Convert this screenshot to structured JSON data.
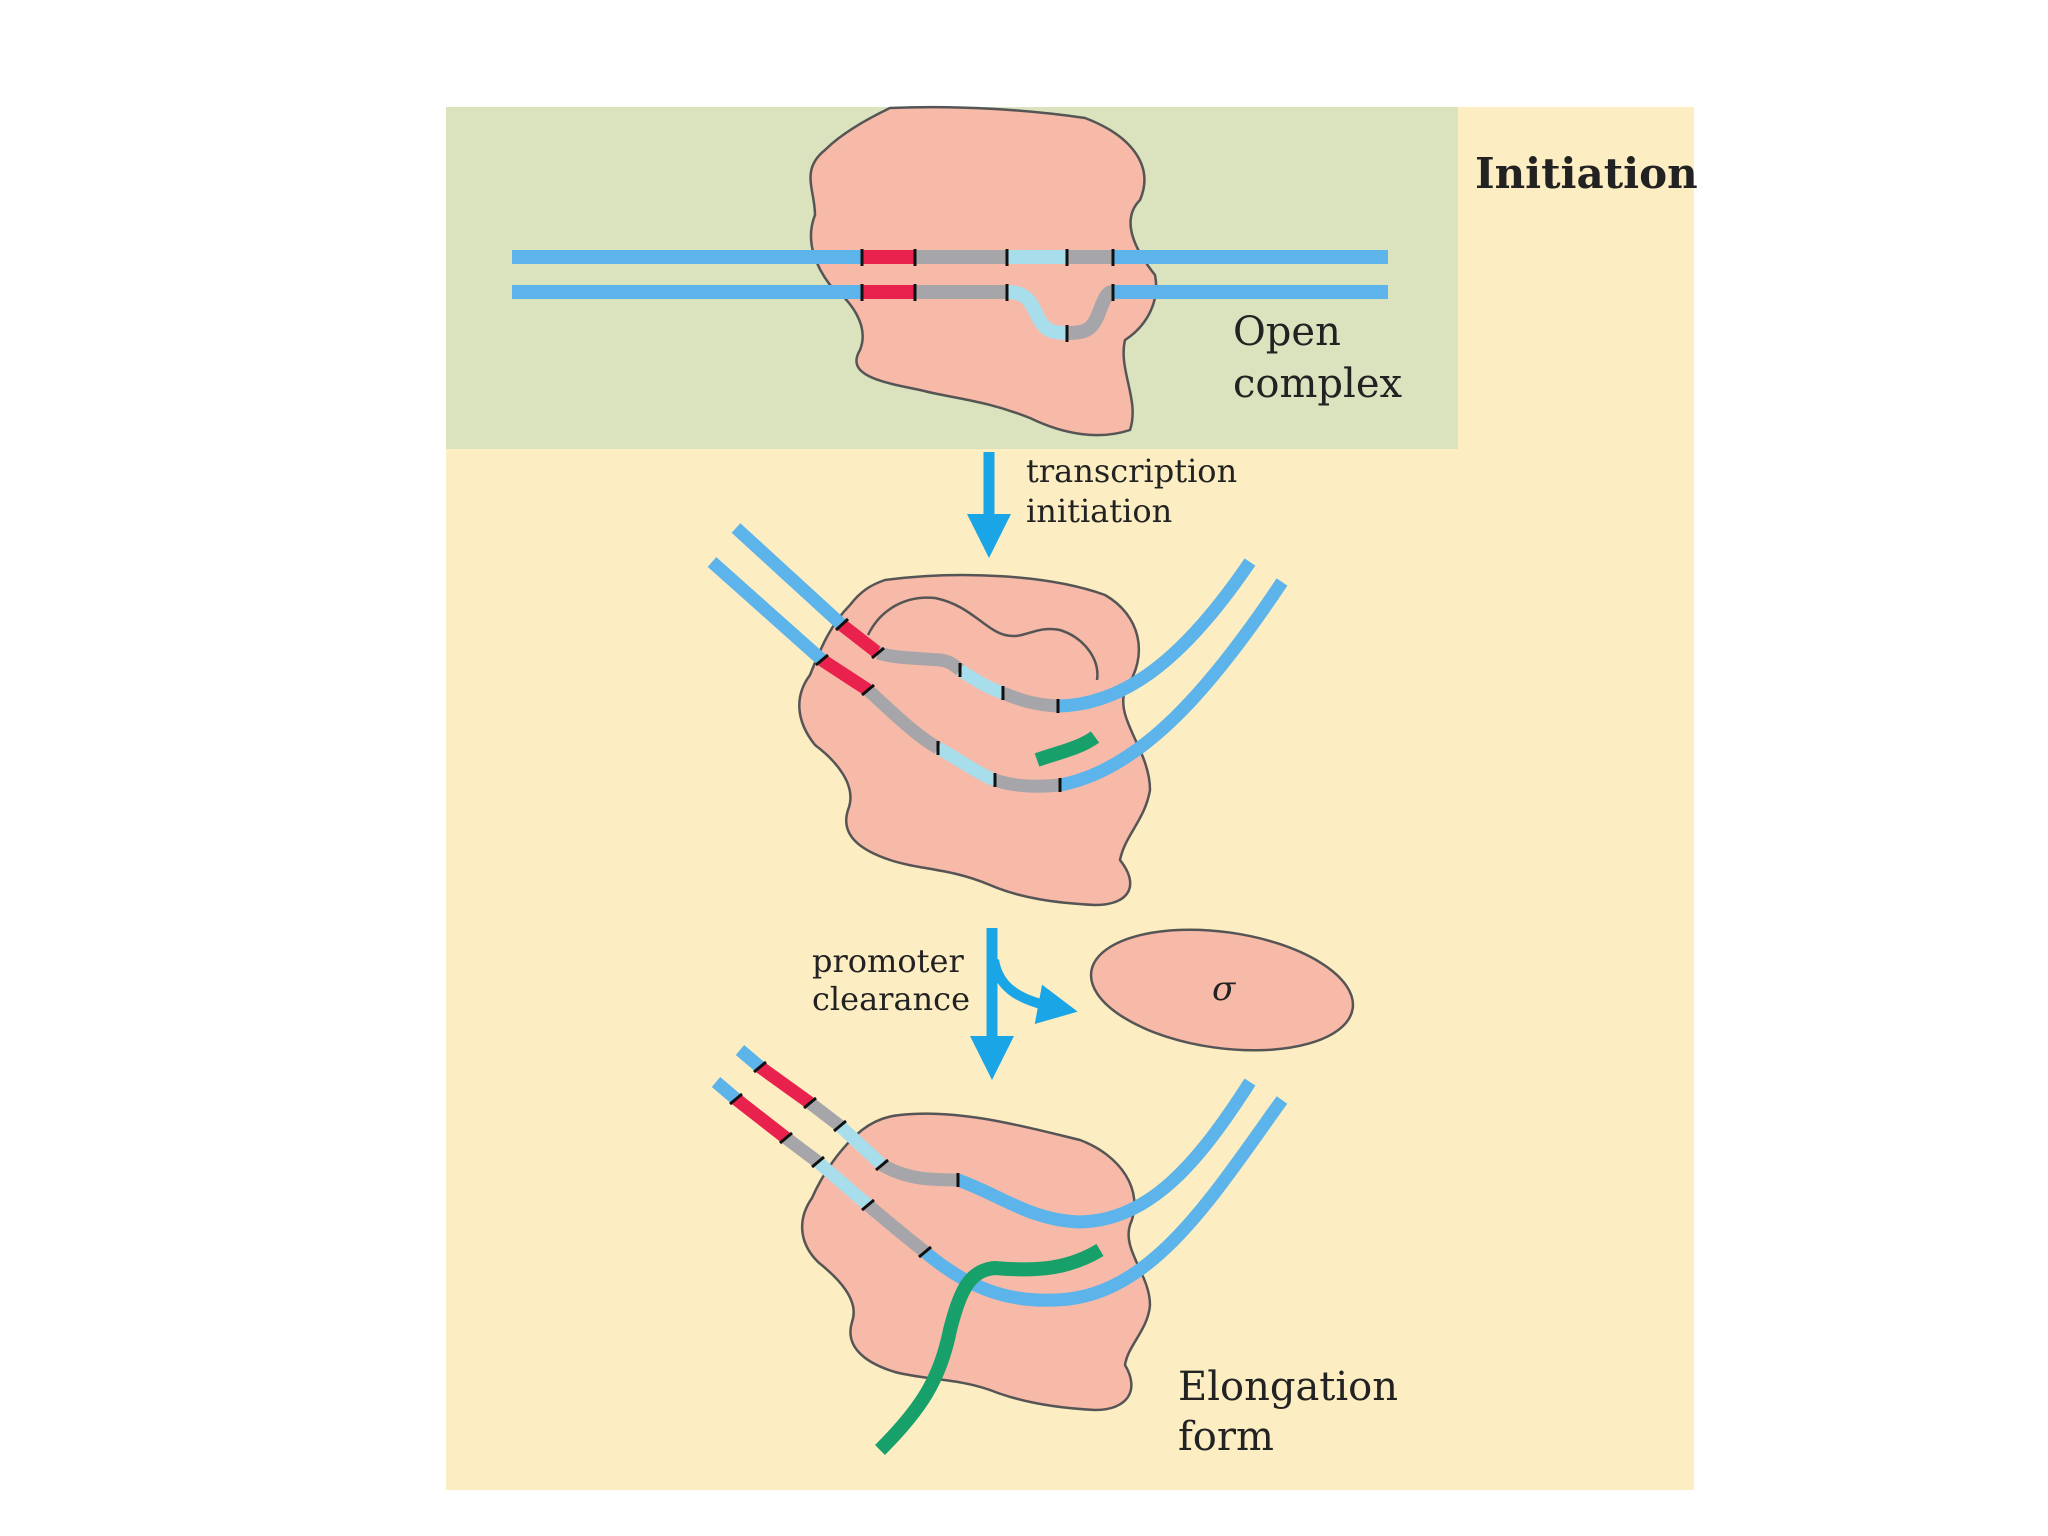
{
  "title": "Initiation",
  "labels": {
    "open_complex": [
      "Open",
      "complex"
    ],
    "transcription_initiation": [
      "transcription",
      "initiation"
    ],
    "promoter_clearance": [
      "promoter",
      "clearance"
    ],
    "sigma": "σ",
    "elongation_form": [
      "Elongation",
      "form"
    ]
  },
  "colors": {
    "background": "#FCEDC2",
    "open_complex_panel": "#DAE2BE",
    "polymerase": "#F7B9A8",
    "dna": "#5DB4EA",
    "dna_light": "#A8DDEC",
    "promoter": "#E8224C",
    "gray_segment": "#A5A5AA",
    "rna": "#17A06A",
    "arrow": "#1AA6E6"
  }
}
